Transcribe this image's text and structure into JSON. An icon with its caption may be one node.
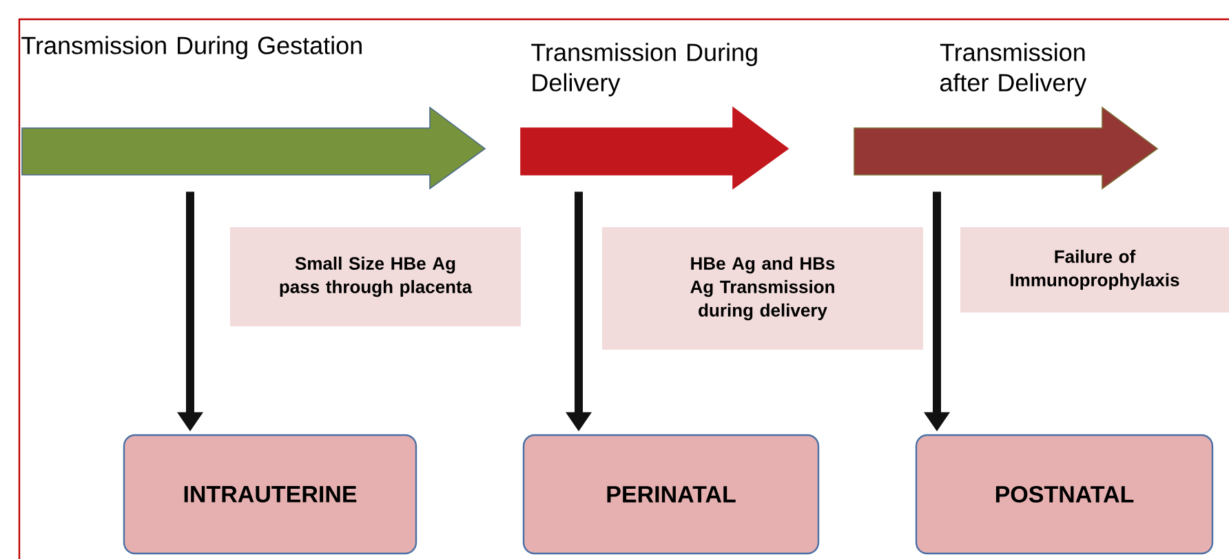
{
  "diagram": {
    "nodes": [
      {
        "text": [
          "Transmission During Gestation"
        ]
      },
      {
        "text": [
          "Transmission During Delivery"
        ]
      },
      {
        "text": [
          "Transmission after Delivery"
        ]
      },
      {
        "text": [
          "Small Size HBe Ag pass through placenta"
        ]
      },
      {
        "text": [
          "HBe Ag and HBs Ag Transmission during delivery"
        ]
      },
      {
        "text": [
          "Failure of Immunoprophylaxis"
        ]
      },
      {
        "text": [
          "INTRAUTERINE"
        ]
      },
      {
        "text": [
          "PERINATAL"
        ]
      },
      {
        "text": [
          "POSTNATAL"
        ]
      }
    ],
    "edges": [
      {
        "from": 0,
        "to": 6,
        "arrow": "to"
      },
      {
        "from": 1,
        "to": 7,
        "arrow": "to"
      },
      {
        "from": 2,
        "to": 8,
        "arrow": "to"
      }
    ]
  }
}
